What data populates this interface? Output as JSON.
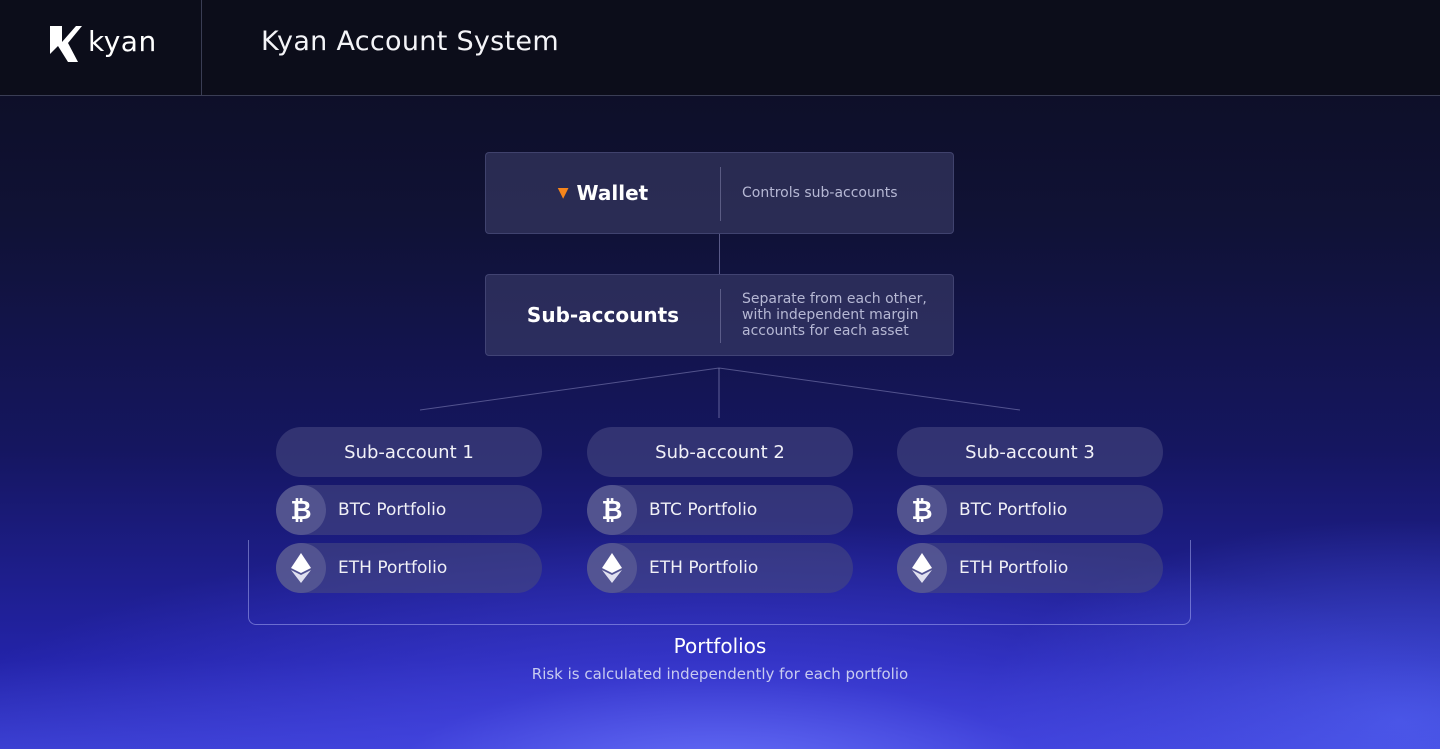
{
  "header": {
    "brand": "kyan",
    "title": "Kyan Account System"
  },
  "wallet": {
    "icon": "metamask-fox-icon",
    "label": "Wallet",
    "description": "Controls sub-accounts"
  },
  "subaccounts": {
    "label": "Sub-accounts",
    "description_lines": [
      "Separate from each other,",
      "with independent margin",
      "accounts for each asset"
    ]
  },
  "accounts": [
    {
      "label": "Sub-account 1",
      "btc": "BTC Portfolio",
      "eth": "ETH Portfolio"
    },
    {
      "label": "Sub-account 2",
      "btc": "BTC Portfolio",
      "eth": "ETH Portfolio"
    },
    {
      "label": "Sub-account 3",
      "btc": "BTC Portfolio",
      "eth": "ETH Portfolio"
    }
  ],
  "footer": {
    "title": "Portfolios",
    "subtitle": "Risk is calculated independently for each portfolio"
  },
  "colors": {
    "header_bg": "#0c0d1a",
    "accent_glow": "#6e78ff",
    "metamask": "#f6851b"
  }
}
